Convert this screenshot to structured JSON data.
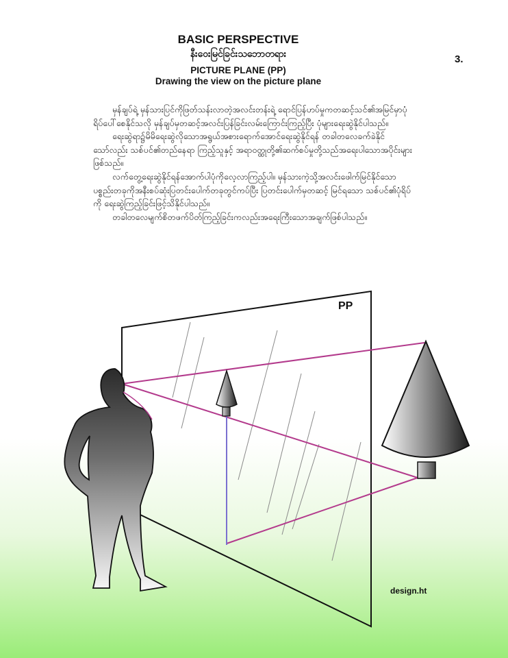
{
  "header": {
    "title": "BASIC PERSPECTIVE",
    "title_myanmar": "နီးဝေးမြင်ခြင်းသဘောတရား",
    "page_number": "3.",
    "section_heading": "PICTURE PLANE (PP)",
    "section_subheading": "Drawing the view on the picture plane"
  },
  "body": {
    "paragraphs": [
      "မှန်ချပ်ရဲ့ မှန်သားပြင်ကိုဖြတ်သန်းလာတဲ့အလင်းတန်းရဲ့ ရောင်ပြန်ဟပ်မှုကတဆင့်သင်၏အမြင်မှာပုံရိပ်ပေါ်စေနိုင်သလို မှန်ချပ်မှတဆင့်အလင်းပြန်ခြင်းလမ်းကြောင်းကြည့်ပြီး ပုံများရေးဆွဲနိုင်ပါသည်။",
      "ရေးဆွဲရာ၌မိမိရေးဆွဲလိုသောအရွယ်အစားရောက်အောင်ရေးဆွဲနိုင်ရန် တခါတလေခက်ခဲနိုင်သော်လည်း သစ်ပင်၏တည်နေရာ ကြည့်သူနှင့် အရာဝတ္ထုတို့၏ဆက်စပ်မှုတို့သည်အရေးပါသောအပိုင်းများဖြစ်သည်။",
      "လက်တွေ့ရေးဆွဲနိုင်ရန်အောက်ပါပုံကိုလေ့လာကြည့်ပါ။ မှန်သားကဲ့သို့အလင်းဖေါက်မြင်နိုင်သောပစ္စည်းတခုကိုအနီးစပ်ဆုံးပြတင်းပေါက်တခုတွင်ကပ်ပြီး ပြတင်းပေါက်မှတဆင့် မြင်ရသော သစ်ပင်၏ပုံရိပ်ကို ရေးဆွဲကြည့်ခြင်းဖြင့်သိနိုင်ပါသည်။",
      "တခါတလေမျက်စိတဖက်ပိတ်ကြည့်ခြင်းကလည်းအရေးကြီးသောအချက်ဖြစ်ပါသည်။"
    ]
  },
  "figure": {
    "plane_label": "PP",
    "colors": {
      "plane_outline": "#111111",
      "sight_lines": "#b33a8c",
      "vertical_projection": "#7a6fd0",
      "glass_streaks": "#8a8a8a"
    }
  },
  "footer": {
    "credit": "design.ht"
  }
}
